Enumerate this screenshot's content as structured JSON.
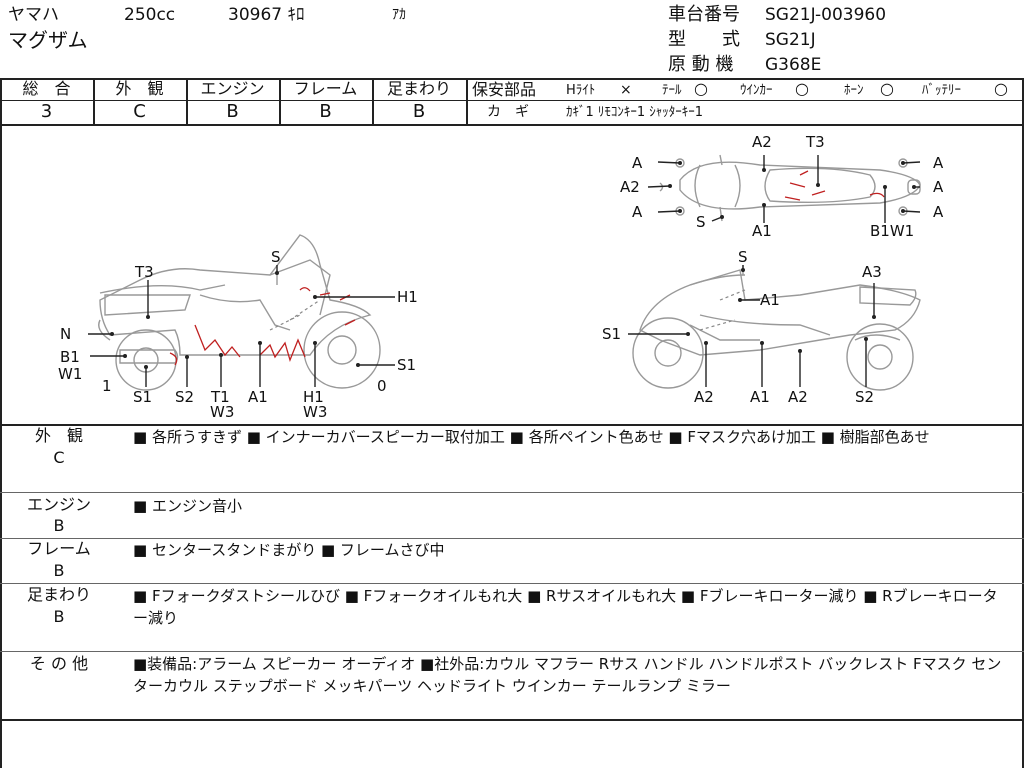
{
  "header": {
    "maker": "ヤマハ",
    "displacement": "250cc",
    "mileage": "30967 ｷﾛ",
    "color": "ｱｶ",
    "model_name": "マグザム",
    "frame_label": "車台番号",
    "frame_no": "SG21J-003960",
    "type_label": "型　　式",
    "type_value": "SG21J",
    "engine_label": "原 動 機",
    "engine_value": "G368E"
  },
  "scores": [
    {
      "label": "総　合",
      "value": "3"
    },
    {
      "label": "外　観",
      "value": "C"
    },
    {
      "label": "エンジン",
      "value": "B"
    },
    {
      "label": "フレーム",
      "value": "B"
    },
    {
      "label": "足まわり",
      "value": "B"
    }
  ],
  "safety": {
    "label": "保安部品",
    "items": [
      {
        "name": "Hﾗｲﾄ",
        "mark": "×"
      },
      {
        "name": "ﾃｰﾙ",
        "mark": "○"
      },
      {
        "name": "ｳｲﾝｶｰ",
        "mark": "○"
      },
      {
        "name": "ﾎｰﾝ",
        "mark": "○"
      },
      {
        "name": "ﾊﾞｯﾃﾘｰ",
        "mark": "○"
      }
    ],
    "key_label": "カ　ギ",
    "key_value": "ｶｷﾞ1 ﾘﾓｺﾝｷｰ1 ｼｬｯﾀｰｷｰ1"
  },
  "diagram": {
    "top_labels": [
      "A",
      "A2",
      "A",
      "S",
      "A2",
      "T3",
      "A1",
      "B1W1",
      "A",
      "A",
      "A"
    ],
    "left_labels": [
      "S",
      "T3",
      "H1",
      "N",
      "B1",
      "W1",
      "1",
      "S1",
      "S2",
      "T1",
      "W3",
      "A1",
      "H1",
      "W3",
      "S1",
      "0"
    ],
    "right_labels": [
      "S",
      "A3",
      "A1",
      "S1",
      "A2",
      "A1",
      "A2",
      "S2"
    ]
  },
  "notes": [
    {
      "label": "外　観",
      "grade": "C",
      "text": "■ 各所うすきず ■ インナーカバースピーカー取付加工 ■ 各所ペイント色あせ ■ Fマスク穴あけ加工 ■ 樹脂部色あせ"
    },
    {
      "label": "エンジン",
      "grade": "B",
      "text": "■ エンジン音小"
    },
    {
      "label": "フレーム",
      "grade": "B",
      "text": "■ センタースタンドまがり ■ フレームさび中"
    },
    {
      "label": "足まわり",
      "grade": "B",
      "text": "■ Fフォークダストシールひび ■ Fフォークオイルもれ大 ■ Rサスオイルもれ大 ■ Fブレーキローター減り ■ Rブレーキローター減り"
    },
    {
      "label": "そ の 他",
      "grade": "",
      "text": "■装備品:アラーム スピーカー オーディオ ■社外品:カウル マフラー Rサス ハンドル ハンドルポスト バックレスト Fマスク センターカウル ステップボード メッキパーツ ヘッドライト ウインカー テールランプ ミラー"
    }
  ]
}
